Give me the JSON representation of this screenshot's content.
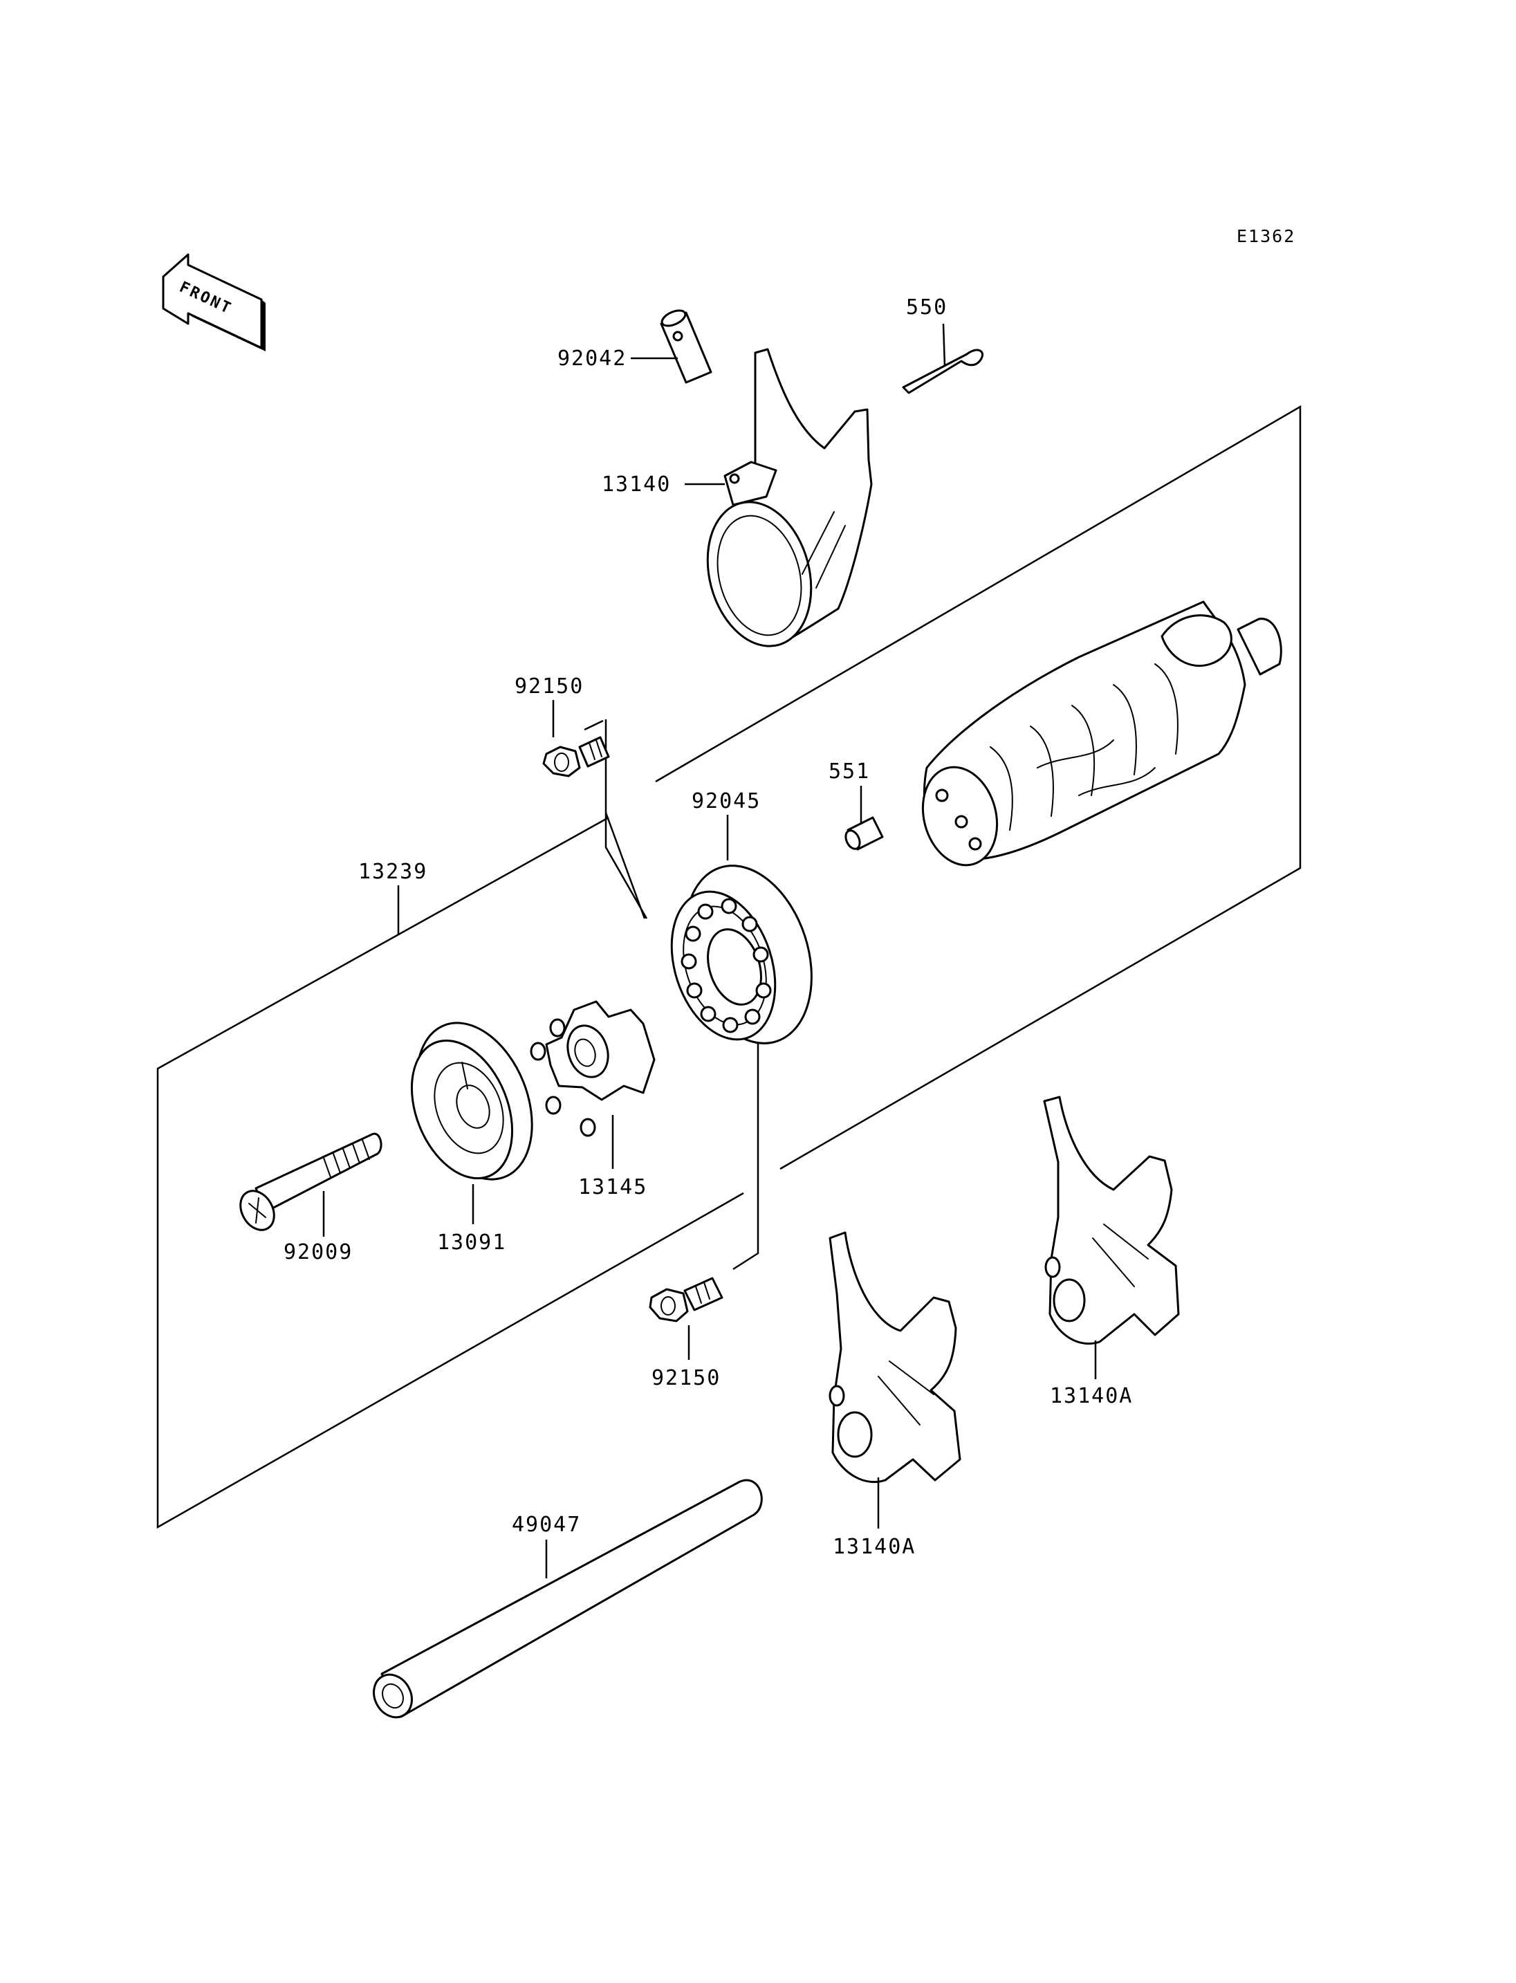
{
  "diagram_code": "E1362",
  "front_arrow": {
    "label": "FRONT",
    "icon": "front-direction-arrow-icon"
  },
  "parts": [
    {
      "id": "92042",
      "label": "92042"
    },
    {
      "id": "550",
      "label": "550"
    },
    {
      "id": "13140",
      "label": "13140"
    },
    {
      "id": "92150_top",
      "label": "92150"
    },
    {
      "id": "551",
      "label": "551"
    },
    {
      "id": "92045",
      "label": "92045"
    },
    {
      "id": "13239",
      "label": "13239"
    },
    {
      "id": "13145",
      "label": "13145"
    },
    {
      "id": "13091",
      "label": "13091"
    },
    {
      "id": "92009",
      "label": "92009"
    },
    {
      "id": "92150_bottom",
      "label": "92150"
    },
    {
      "id": "13140A_right",
      "label": "13140A"
    },
    {
      "id": "13140A_left",
      "label": "13140A"
    },
    {
      "id": "49047",
      "label": "49047"
    }
  ]
}
